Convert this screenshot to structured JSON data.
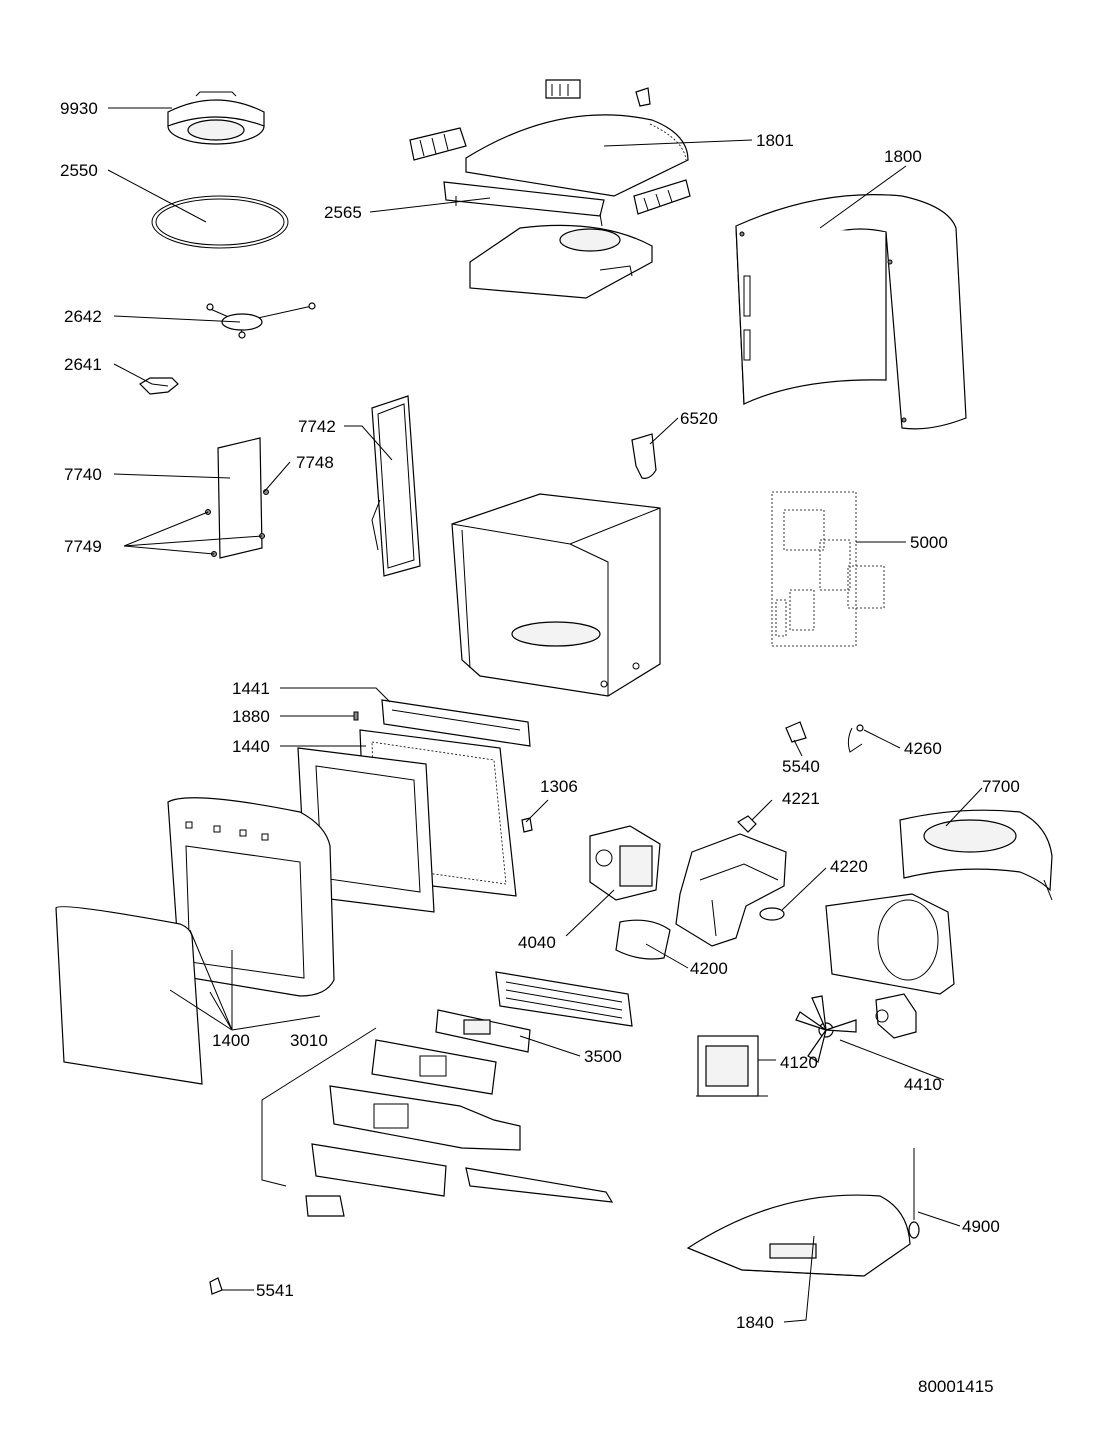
{
  "diagram": {
    "labels": {
      "p9930": "9930",
      "p2550": "2550",
      "p2642": "2642",
      "p2641": "2641",
      "p7740": "7740",
      "p7748": "7748",
      "p7749": "7749",
      "p7742": "7742",
      "p2565": "2565",
      "p1801": "1801",
      "p1800": "1800",
      "p6520": "6520",
      "p5000": "5000",
      "p1441": "1441",
      "p1880": "1880",
      "p1440": "1440",
      "p1306": "1306",
      "p5540": "5540",
      "p4260": "4260",
      "p4221": "4221",
      "p7700": "7700",
      "p4220": "4220",
      "p4040": "4040",
      "p4200": "4200",
      "p1400": "1400",
      "p3010": "3010",
      "p3500": "3500",
      "p4120": "4120",
      "p4410": "4410",
      "p4900": "4900",
      "p1840": "1840",
      "p5541": "5541",
      "drawing_number": "80001415"
    }
  }
}
